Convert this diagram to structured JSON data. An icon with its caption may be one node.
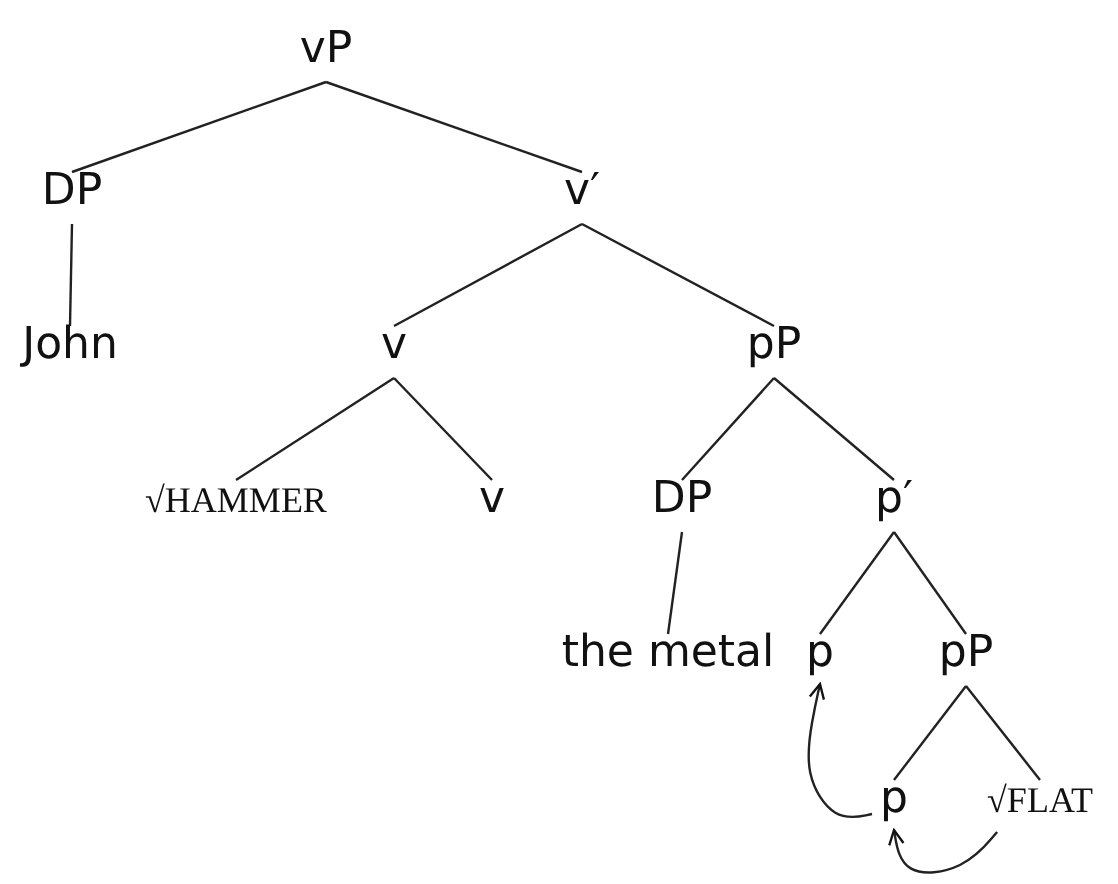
{
  "diagram": {
    "nodes": [
      {
        "text": [
          "vP"
        ]
      },
      {
        "text": [
          "DP"
        ]
      },
      {
        "text": [
          "v′"
        ]
      },
      {
        "text": [
          "John"
        ]
      },
      {
        "text": [
          "v"
        ]
      },
      {
        "text": [
          "pP"
        ]
      },
      {
        "text": [
          "√HAMMER"
        ]
      },
      {
        "text": [
          "v"
        ]
      },
      {
        "text": [
          "DP"
        ]
      },
      {
        "text": [
          "p′"
        ]
      },
      {
        "text": [
          "the metal"
        ]
      },
      {
        "text": [
          "p"
        ]
      },
      {
        "text": [
          "pP"
        ]
      },
      {
        "text": [
          "p"
        ]
      },
      {
        "text": [
          "√FLAT"
        ]
      }
    ],
    "edges": [
      {
        "from": 0,
        "to": 1,
        "arrow": "none"
      },
      {
        "from": 0,
        "to": 2,
        "arrow": "none"
      },
      {
        "from": 1,
        "to": 3,
        "arrow": "none"
      },
      {
        "from": 2,
        "to": 4,
        "arrow": "none"
      },
      {
        "from": 2,
        "to": 5,
        "arrow": "none"
      },
      {
        "from": 4,
        "to": 6,
        "arrow": "none"
      },
      {
        "from": 4,
        "to": 7,
        "arrow": "none"
      },
      {
        "from": 5,
        "to": 8,
        "arrow": "none"
      },
      {
        "from": 5,
        "to": 9,
        "arrow": "none"
      },
      {
        "from": 8,
        "to": 10,
        "arrow": "none"
      },
      {
        "from": 9,
        "to": 11,
        "arrow": "none"
      },
      {
        "from": 9,
        "to": 12,
        "arrow": "none"
      },
      {
        "from": 12,
        "to": 13,
        "arrow": "none"
      },
      {
        "from": 12,
        "to": 14,
        "arrow": "none"
      },
      {
        "from": 13,
        "to": 11,
        "arrow": "to"
      },
      {
        "from": 14,
        "to": 13,
        "arrow": "to"
      }
    ]
  }
}
